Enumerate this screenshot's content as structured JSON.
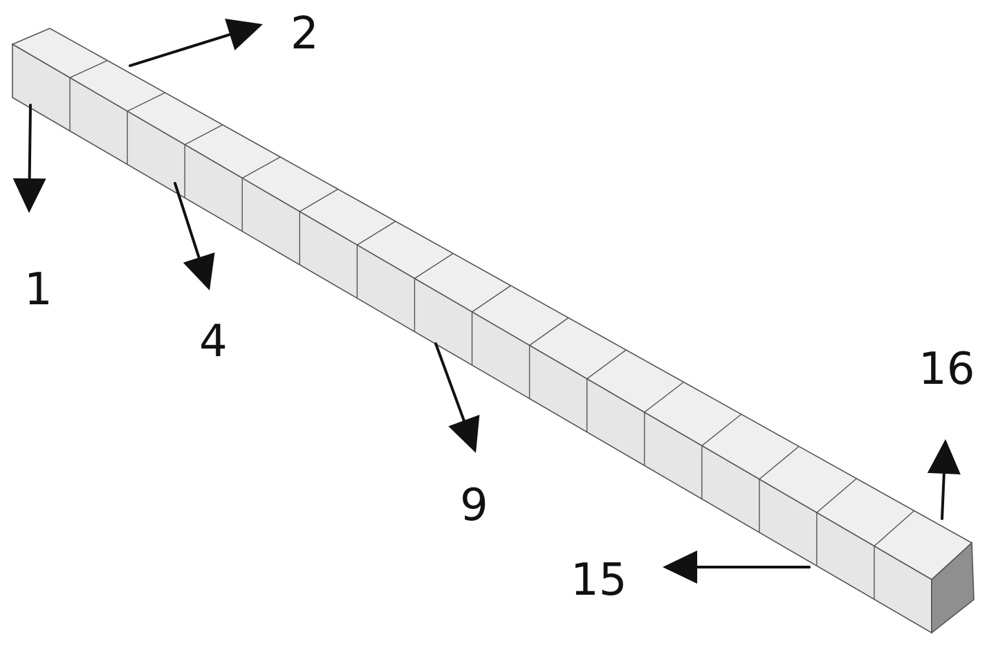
{
  "diagram": {
    "element_count": 16,
    "labels": [
      {
        "id": "1",
        "text": "1"
      },
      {
        "id": "2",
        "text": "2"
      },
      {
        "id": "4",
        "text": "4"
      },
      {
        "id": "9",
        "text": "9"
      },
      {
        "id": "15",
        "text": "15"
      },
      {
        "id": "16",
        "text": "16"
      }
    ],
    "colors": {
      "top_face": "#efefef",
      "front_face": "#e6e6e6",
      "end_face": "#8f8f8f",
      "edge": "#555555",
      "arrow": "#111111"
    }
  }
}
